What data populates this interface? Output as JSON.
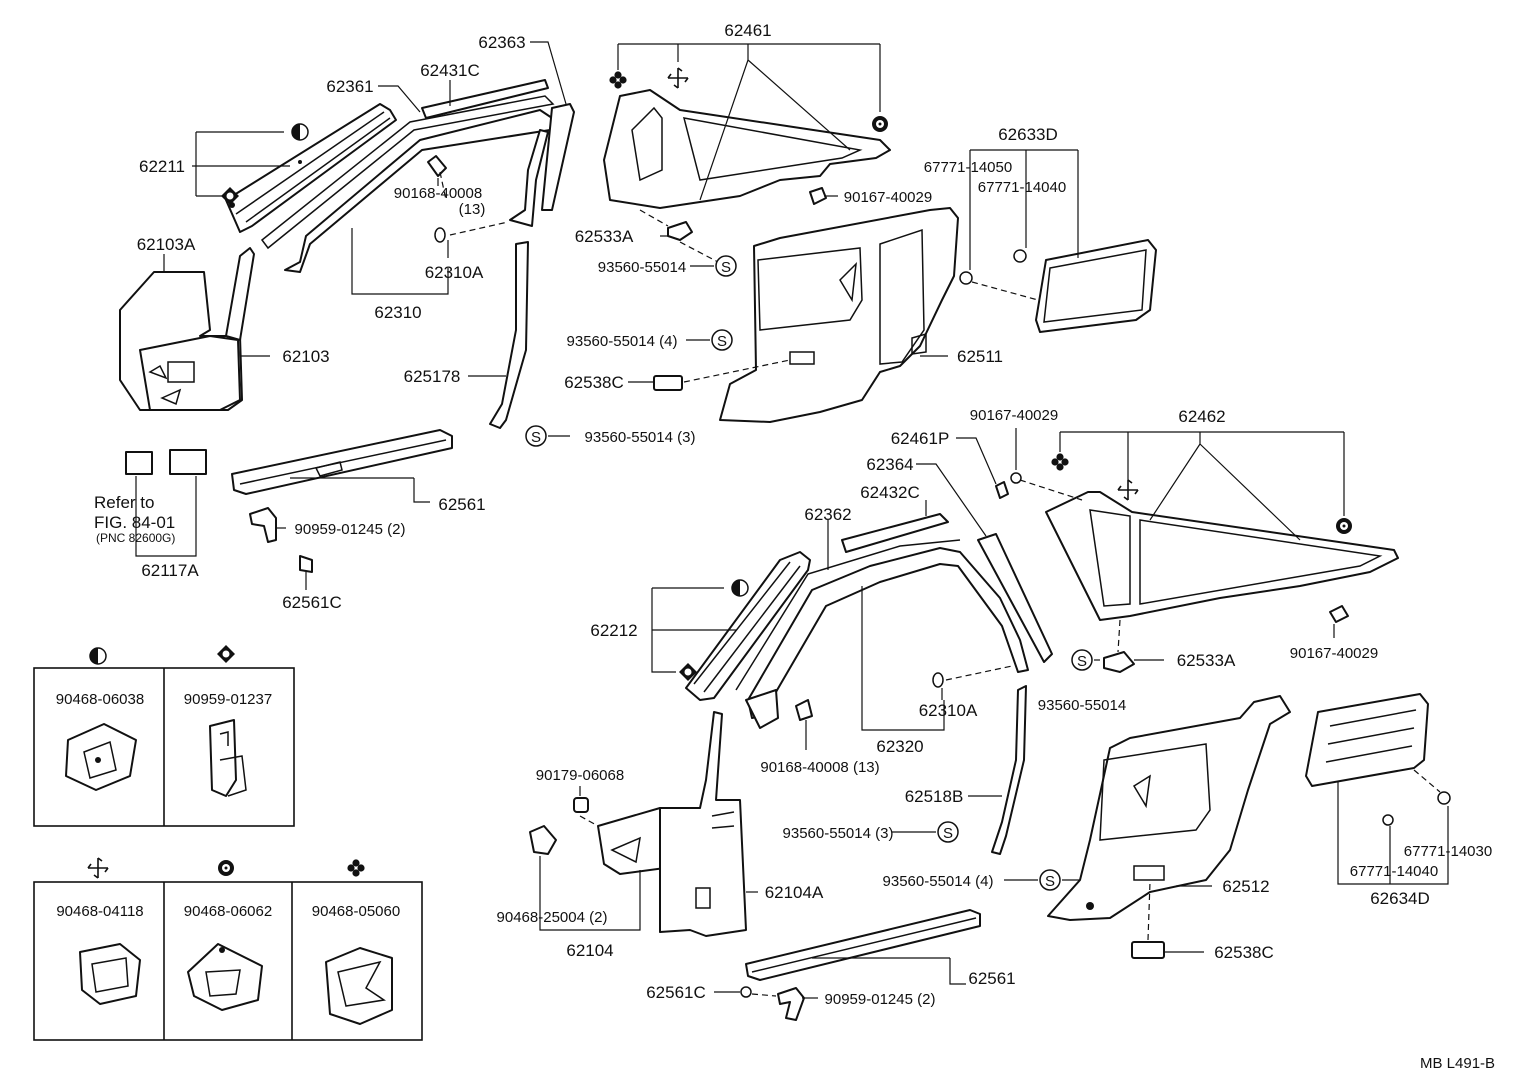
{
  "labels": {
    "p62461": "62461",
    "p62363": "62363",
    "p62431C": "62431C",
    "p62361": "62361",
    "p62211": "62211",
    "p90168_40008_a": "90168-40008",
    "p13_a": "(13)",
    "p62633D": "62633D",
    "p67771_14050": "67771-14050",
    "p67771_14040_a": "67771-14040",
    "p90167_40029_a": "90167-40029",
    "p62103A": "62103A",
    "p62533A_a": "62533A",
    "p93560_55014_a": "93560-55014",
    "p62310A_a": "62310A",
    "p62310": "62310",
    "p93560_55014_4a": "93560-55014 (4)",
    "p62103": "62103",
    "p62511": "62511",
    "p625178": "625178",
    "p62538C_a": "62538C",
    "p90167_40029_b": "90167-40029",
    "p62462": "62462",
    "p62461P": "62461P",
    "p93560_55014_3a": "93560-55014 (3)",
    "p62364": "62364",
    "p62432C": "62432C",
    "refer1": "Refer to",
    "refer2": "FIG. 84-01",
    "refer3": "(PNC 82600G)",
    "p62561_a": "62561",
    "p62362": "62362",
    "p90959_01245_a": "90959-01245 (2)",
    "p62117A": "62117A",
    "p62561C_a": "62561C",
    "p62212": "62212",
    "p62533A_b": "62533A",
    "p93560_55014_b": "93560-55014",
    "p90167_40029_c": "90167-40029",
    "p62310A_b": "62310A",
    "p62320": "62320",
    "p90168_40008_b": "90168-40008 (13)",
    "p90179_06068": "90179-06068",
    "p62518B": "62518B",
    "p93560_55014_3b": "93560-55014 (3)",
    "p67771_14030": "67771-14030",
    "p67771_14040_b": "67771-14040",
    "p62634D": "62634D",
    "p93560_55014_4b": "93560-55014 (4)",
    "p62512": "62512",
    "p62104A": "62104A",
    "p90468_25004": "90468-25004 (2)",
    "p62104": "62104",
    "p62538C_b": "62538C",
    "p62561_b": "62561",
    "p62561C_b": "62561C",
    "p90959_01245_b": "90959-01245 (2)",
    "footer": "MB   L491-B"
  },
  "legend": {
    "cell1": "90468-06038",
    "cell2": "90959-01237",
    "cell3": "90468-04118",
    "cell4": "90468-06062",
    "cell5": "90468-05060"
  },
  "symbols": {
    "half_circle": "half-circle-icon",
    "diamond": "diamond-icon",
    "pinwheel": "pinwheel-icon",
    "gear_circle": "gear-circle-icon",
    "clover": "clover-icon",
    "s_circle": "S"
  }
}
